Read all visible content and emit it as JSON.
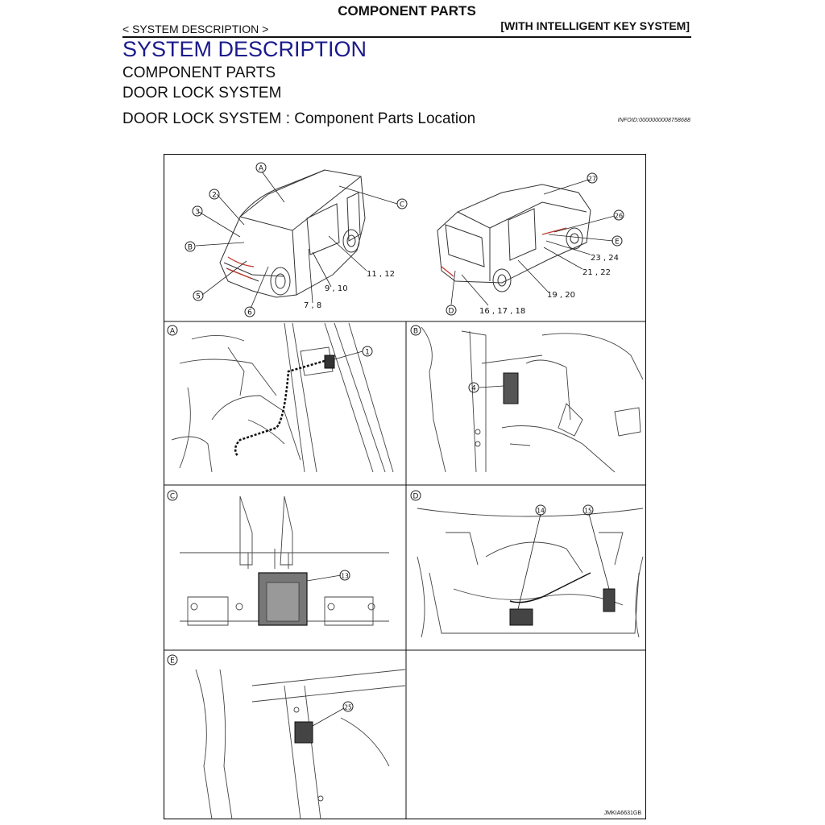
{
  "header": {
    "title": "COMPONENT PARTS",
    "breadcrumb": "< SYSTEM DESCRIPTION >",
    "subtitle": "[WITH INTELLIGENT KEY SYSTEM]"
  },
  "section": {
    "title": "SYSTEM DESCRIPTION",
    "sub1": "COMPONENT PARTS",
    "sub2": "DOOR LOCK SYSTEM",
    "sub3": "DOOR LOCK SYSTEM : Component Parts Location",
    "infoid": "INFOID:0000000008758688"
  },
  "figure": {
    "id": "JMKIA6631GB",
    "panel_labels": [
      "A",
      "B",
      "C",
      "D",
      "E"
    ],
    "front_callouts": {
      "A": "A",
      "B": "B",
      "C": "C",
      "n2": "2",
      "n3": "3",
      "n5": "5",
      "n6": "6",
      "n7_8": "7 , 8",
      "n9_10": "9 , 10",
      "n11_12": "11 , 12"
    },
    "rear_callouts": {
      "n27": "27",
      "n26": "26",
      "E": "E",
      "n23_24": "23 , 24",
      "n21_22": "21 , 22",
      "n19_20": "19 , 20",
      "D": "D",
      "n16_18": "16 , 17 , 18"
    },
    "detail_callouts": {
      "A": "1",
      "B": "4",
      "C": "13",
      "D1": "14",
      "D2": "15",
      "E": "25"
    }
  }
}
